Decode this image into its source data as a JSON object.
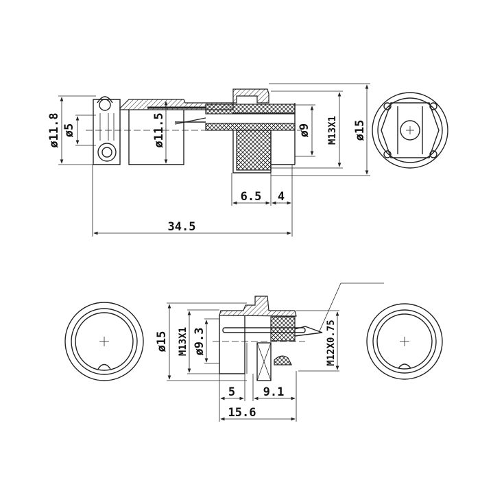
{
  "drawing": {
    "top_view": {
      "dims": {
        "d_11_8": "ø11.8",
        "d_5": "ø5",
        "d_11_5": "ø11.5",
        "d_9": "ø9",
        "m13x1": "M13X1",
        "d_15": "ø15",
        "len_6_5": "6.5",
        "len_4": "4",
        "len_34_5": "34.5"
      }
    },
    "bottom_view": {
      "dims": {
        "d_15": "ø15",
        "m13x1": "M13X1",
        "d_9_3": "ø9.3",
        "m12x0_75": "M12X0.75",
        "len_5": "5",
        "len_9_1": "9.1",
        "len_15_6": "15.6"
      }
    },
    "line_color": "#222222"
  }
}
